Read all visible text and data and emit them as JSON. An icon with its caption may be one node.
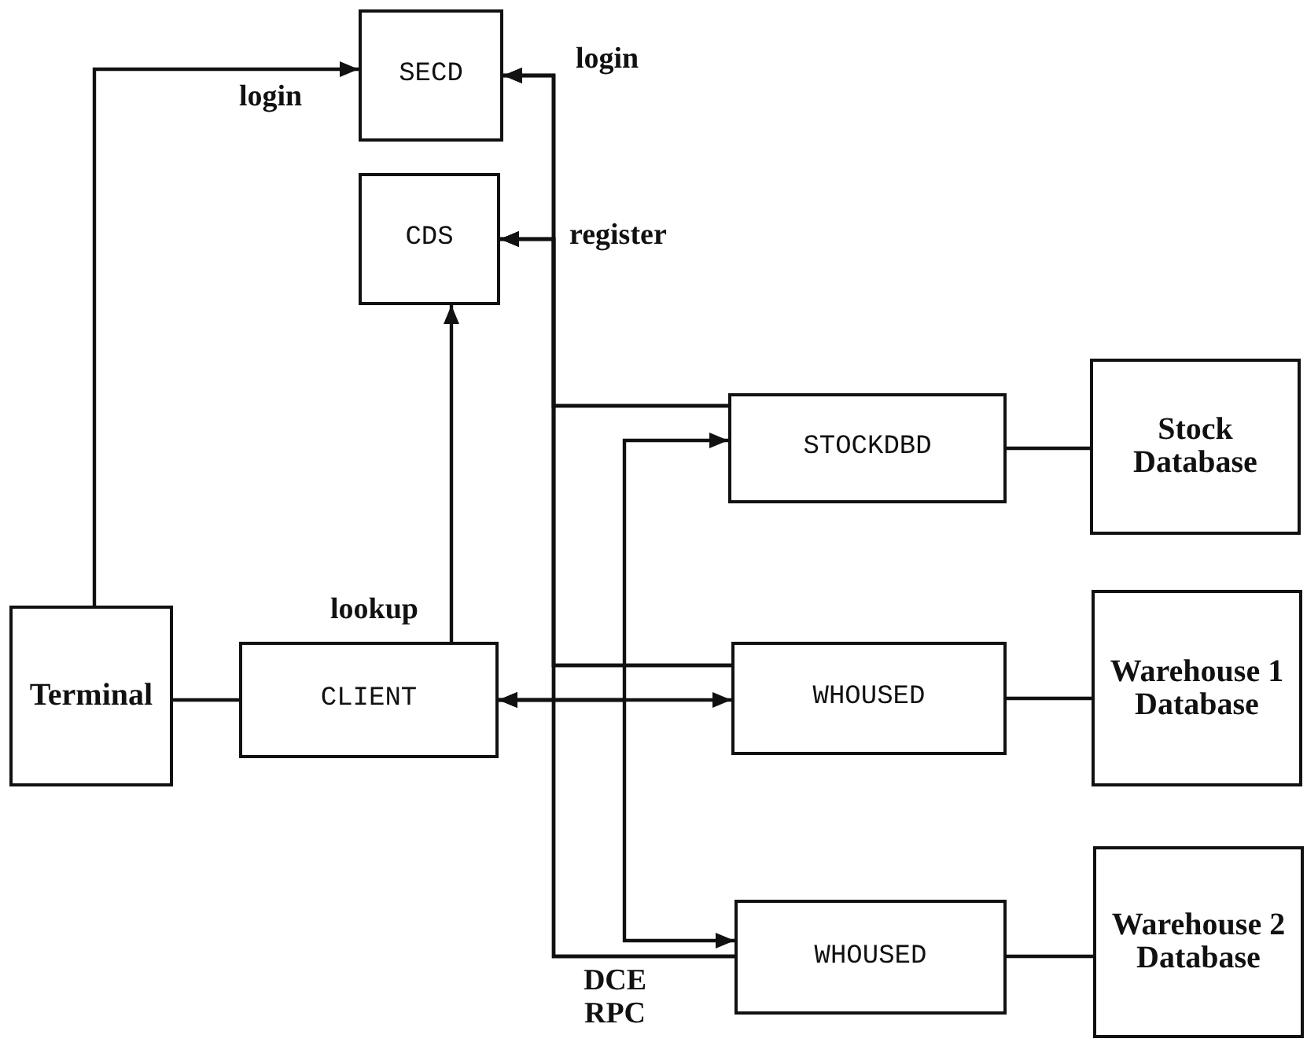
{
  "diagram": {
    "nodes": [
      {
        "text": [
          "SECD"
        ]
      },
      {
        "text": [
          "CDS"
        ]
      },
      {
        "text": [
          "Terminal"
        ]
      },
      {
        "text": [
          "CLIENT"
        ]
      },
      {
        "text": [
          "STOCKDBD"
        ]
      },
      {
        "text": [
          "WHOUSED"
        ]
      },
      {
        "text": [
          "WHOUSED"
        ]
      },
      {
        "text": [
          "Stock Database"
        ]
      },
      {
        "text": [
          "Warehouse 1 Database"
        ]
      },
      {
        "text": [
          "Warehouse 2 Database"
        ]
      }
    ],
    "edges": [
      {
        "from": 2,
        "to": 0,
        "arrow": "to",
        "label": "login"
      },
      {
        "from": 3,
        "to": 1,
        "arrow": "to",
        "label": "lookup"
      },
      {
        "from": 2,
        "to": 3,
        "arrow": "none"
      },
      {
        "from": 4,
        "to": 0,
        "arrow": "to",
        "label": "login"
      },
      {
        "from": 5,
        "to": 0,
        "arrow": "to"
      },
      {
        "from": 6,
        "to": 0,
        "arrow": "to"
      },
      {
        "from": 4,
        "to": 1,
        "arrow": "to",
        "label": "register"
      },
      {
        "from": 5,
        "to": 1,
        "arrow": "to"
      },
      {
        "from": 6,
        "to": 1,
        "arrow": "to"
      },
      {
        "from": 3,
        "to": 4,
        "arrow": "both"
      },
      {
        "from": 3,
        "to": 5,
        "arrow": "both"
      },
      {
        "from": 3,
        "to": 6,
        "arrow": "both"
      },
      {
        "from": 4,
        "to": 7,
        "arrow": "none"
      },
      {
        "from": 5,
        "to": 8,
        "arrow": "none"
      },
      {
        "from": 6,
        "to": 9,
        "arrow": "none"
      }
    ],
    "labels": [
      "DCE RPC"
    ]
  }
}
